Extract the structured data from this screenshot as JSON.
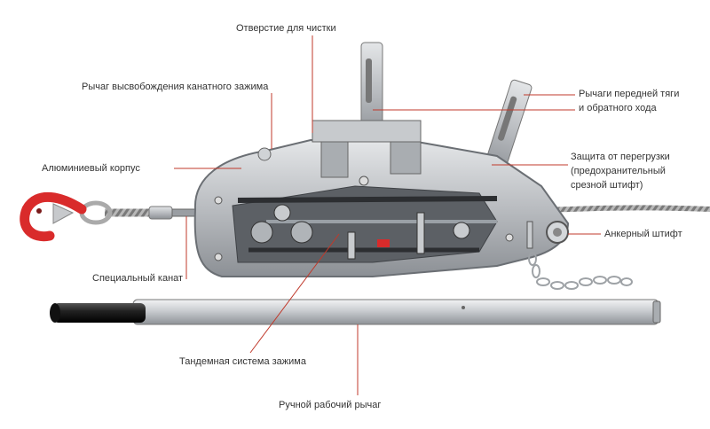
{
  "colors": {
    "leader": "#c0392b",
    "body_metal": "#b9bcc0",
    "body_dark": "#6b6f74",
    "hook": "#d92b2b",
    "text": "#333333"
  },
  "labels": {
    "cleaning_hole": "Отверстие для чистки",
    "release_lever": "Рычаг высвобождения канатного зажима",
    "aluminium_body": "Алюминиевый корпус",
    "special_rope": "Специальный канат",
    "levers_line1": "Рычаги передней тяги",
    "levers_line2": "и обратного хода",
    "overload_line1": "Защита от перегрузки",
    "overload_line2": "(предохранительный",
    "overload_line3": "срезной штифт)",
    "anchor_pin": "Анкерный штифт",
    "tandem_system": "Тандемная система зажима",
    "manual_lever": "Ручной рабочий рычаг"
  }
}
